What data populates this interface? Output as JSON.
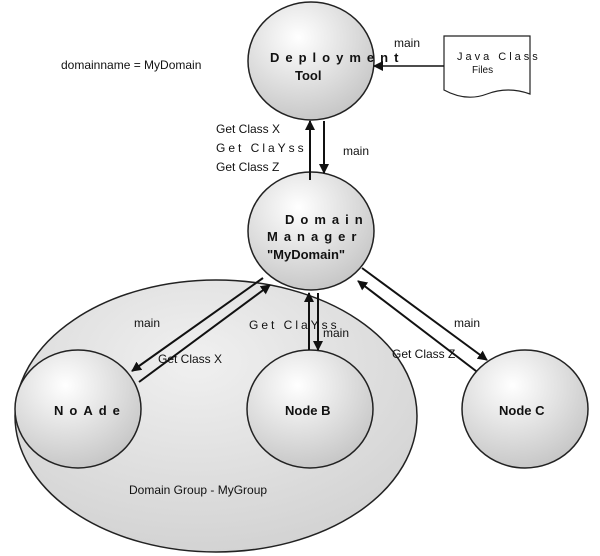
{
  "annotation": {
    "domainname": "domainname = MyDomain"
  },
  "deployment_tool": {
    "line1": "Deployment",
    "line2": "Tool"
  },
  "java_files": {
    "line1": "Java Class",
    "line2": "Files"
  },
  "domain_manager": {
    "line1": "Domain",
    "line2": "Manager",
    "line3": "\"MyDomain\""
  },
  "nodes": {
    "a": "NoAde",
    "b": "Node B",
    "c": "Node C"
  },
  "group": {
    "label": "Domain Group - MyGroup"
  },
  "arrow_labels": {
    "main_files": "main",
    "get_x_top": "Get Class X",
    "get_y_top": "Get ClaYss",
    "get_z_top": "Get Class Z",
    "main_dt_dm": "main",
    "main_a": "main",
    "get_x_a": "Get Class X",
    "get_y_b": "Get ClaYss",
    "main_b": "main",
    "get_z_c": "Get Class Z",
    "main_c": "main"
  },
  "colors": {
    "stroke": "#222222",
    "fill_light": "#f2f2f2",
    "fill_dark": "#c8c8c8"
  }
}
